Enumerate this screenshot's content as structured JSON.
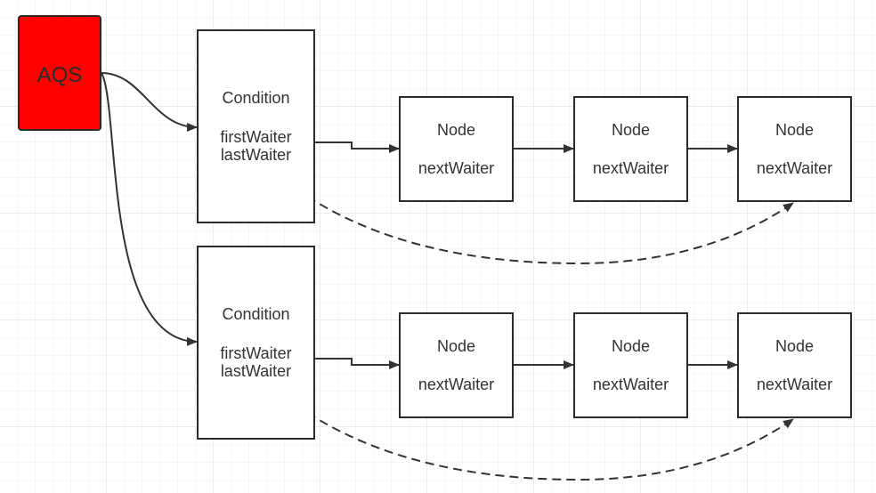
{
  "aqs": {
    "label": "AQS"
  },
  "conditions": [
    {
      "title": "Condition",
      "first_waiter": "firstWaiter",
      "last_waiter": "lastWaiter",
      "nodes": [
        {
          "title": "Node",
          "field": "nextWaiter"
        },
        {
          "title": "Node",
          "field": "nextWaiter"
        },
        {
          "title": "Node",
          "field": "nextWaiter"
        }
      ]
    },
    {
      "title": "Condition",
      "first_waiter": "firstWaiter",
      "last_waiter": "lastWaiter",
      "nodes": [
        {
          "title": "Node",
          "field": "nextWaiter"
        },
        {
          "title": "Node",
          "field": "nextWaiter"
        },
        {
          "title": "Node",
          "field": "nextWaiter"
        }
      ]
    }
  ],
  "colors": {
    "aqs_fill": "#ff0000",
    "stroke": "#333333",
    "grid": "#ececec"
  }
}
